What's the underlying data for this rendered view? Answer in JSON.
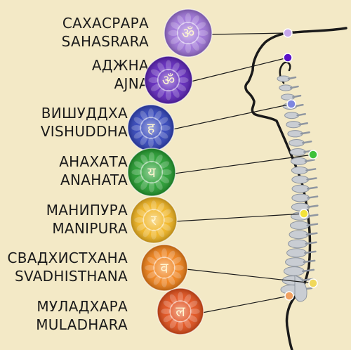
{
  "chakras": [
    {
      "id": "sahasrara",
      "name_ru": "САХАСРАРА",
      "name_en": "SAHASRARA",
      "symbol": "ॐ",
      "color": "#9b6fd6",
      "dot_color": "#c7a8ec"
    },
    {
      "id": "ajna",
      "name_ru": "АДЖНА",
      "name_en": "AJNA",
      "symbol": "ॐ",
      "color": "#5a1fb8",
      "dot_color": "#5a12c8"
    },
    {
      "id": "vishuddha",
      "name_ru": "ВИШУДДХА",
      "name_en": "VISHUDDHA",
      "symbol": "ह",
      "color": "#2c3fb8",
      "dot_color": "#7d86e0"
    },
    {
      "id": "anahata",
      "name_ru": "АНАХАТА",
      "name_en": "ANAHATA",
      "symbol": "य",
      "color": "#1f9a2a",
      "dot_color": "#3fc13a"
    },
    {
      "id": "manipura",
      "name_ru": "МАНИПУРА",
      "name_en": "MANIPURA",
      "symbol": "र",
      "color": "#f0b21a",
      "dot_color": "#f3e23a"
    },
    {
      "id": "svadhisthana",
      "name_ru": "СВАДХИСТХАНА",
      "name_en": "SVADHISTHANA",
      "symbol": "व",
      "color": "#ef7d12",
      "dot_color": "#f0d85a"
    },
    {
      "id": "muladhara",
      "name_ru": "МУЛАДХАРА",
      "name_en": "MULADHARA",
      "symbol": "ल",
      "color": "#e04a14",
      "dot_color": "#f0a060"
    }
  ],
  "colors": {
    "background": "#f3e9c6",
    "outline": "#1a1a1a",
    "vertebra": "#c9cdd3"
  }
}
